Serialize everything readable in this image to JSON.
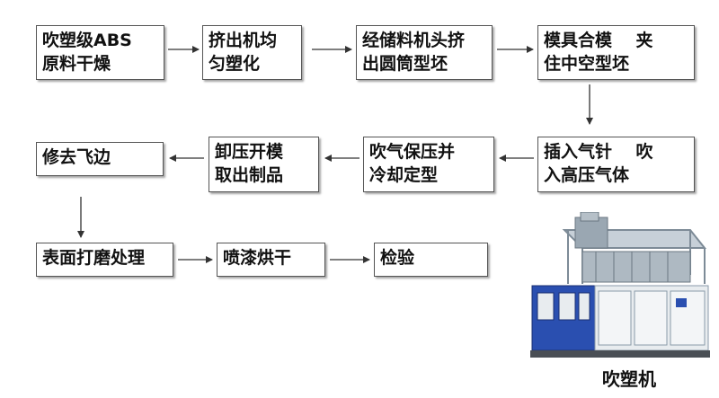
{
  "steps": [
    {
      "line1": "吹塑级ABS",
      "line2": "原料干燥"
    },
    {
      "line1": "挤出机均",
      "line2": "匀塑化"
    },
    {
      "line1": "经储料机头挤",
      "line2": "出圆筒型坯"
    },
    {
      "line1": "模具合模    夹",
      "line2": "住中空型坯"
    },
    {
      "line1": "插入气针    吹",
      "line2": "入高压气体"
    },
    {
      "line1": "吹气保压并",
      "line2": "冷却定型"
    },
    {
      "line1": "卸压开模",
      "line2": "取出制品"
    },
    {
      "line1": "修去飞边",
      "line2": ""
    },
    {
      "line1": "表面打磨处理",
      "line2": ""
    },
    {
      "line1": "喷漆烘干",
      "line2": ""
    },
    {
      "line1": "检验",
      "line2": ""
    }
  ],
  "machine": {
    "caption": "吹塑机",
    "colors": {
      "frame": "#8a9aa8",
      "panel_blue": "#2a4fb0",
      "panel_white": "#e8ecef"
    }
  },
  "colors": {
    "box_border": "#555555",
    "arrow": "#333333",
    "text": "#111111"
  }
}
